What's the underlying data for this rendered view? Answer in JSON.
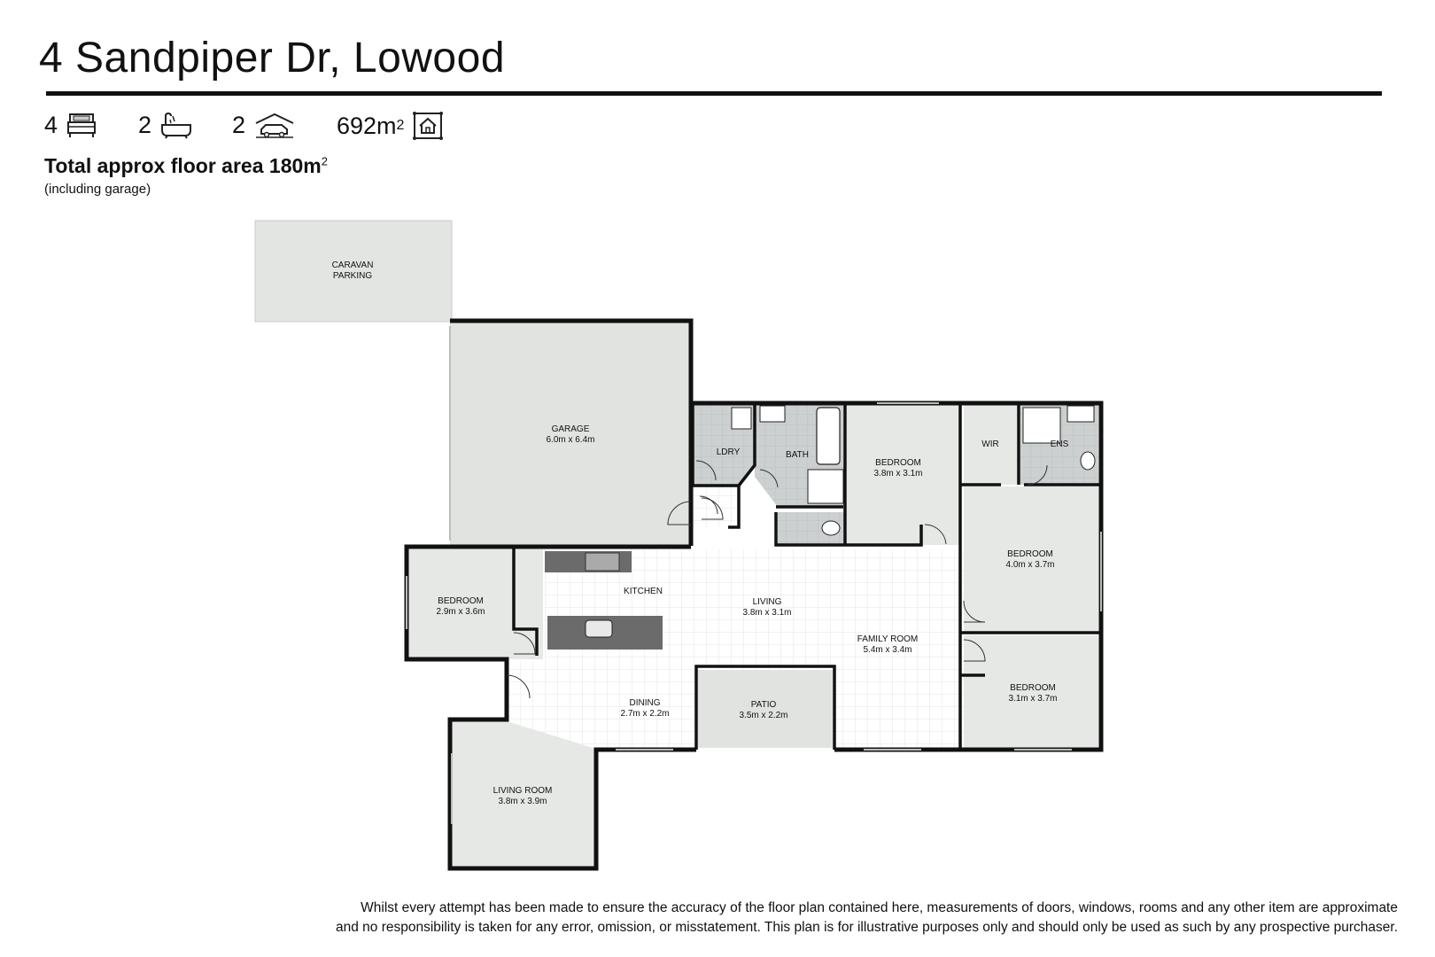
{
  "header": {
    "title": "4 Sandpiper Dr, Lowood"
  },
  "stats": {
    "bedrooms": "4",
    "bathrooms": "2",
    "garage": "2",
    "land_area": "692m",
    "land_area_sup": "2",
    "icons": [
      "bed-icon",
      "bath-icon",
      "car-garage-icon",
      "house-land-icon"
    ]
  },
  "floor_area": {
    "text": "Total approx floor area 180m",
    "sup": "2",
    "note": "(including garage)"
  },
  "rooms": {
    "caravan_1": "CARAVAN",
    "caravan_2": "PARKING",
    "garage_name": "GARAGE",
    "garage_dim": "6.0m x 6.4m",
    "ldry": "LDRY",
    "bath": "BATH",
    "bed1_name": "BEDROOM",
    "bed1_dim": "3.8m x 3.1m",
    "wir": "WIR",
    "ens": "ENS",
    "bed2_name": "BEDROOM",
    "bed2_dim": "4.0m x 3.7m",
    "bed3_name": "BEDROOM",
    "bed3_dim": "2.9m x 3.6m",
    "kitchen": "KITCHEN",
    "living_name": "LIVING",
    "living_dim": "3.8m x 3.1m",
    "family_name": "FAMILY ROOM",
    "family_dim": "5.4m x 3.4m",
    "bed4_name": "BEDROOM",
    "bed4_dim": "3.1m x 3.7m",
    "dining_name": "DINING",
    "dining_dim": "2.7m x 2.2m",
    "patio_name": "PATIO",
    "patio_dim": "3.5m x 2.2m",
    "livingroom_name": "LIVING ROOM",
    "livingroom_dim": "3.8m x 3.9m"
  },
  "disclaimer": {
    "line1": "Whilst every attempt has been made to ensure the accuracy of the floor plan contained here, measurements of doors, windows, rooms and any other item are approximate",
    "line2": "and no responsibility is taken for any error, omission, or misstatement. This plan is for illustrative purposes only and should only be used as such by any prospective purchaser."
  },
  "colors": {
    "wall": "#111111",
    "room_fill": "#e6e8e6",
    "wet_area_fill": "#c9cbcb",
    "bench_fill": "#6b6b6b",
    "tile_grid": "#e4e6e4"
  }
}
